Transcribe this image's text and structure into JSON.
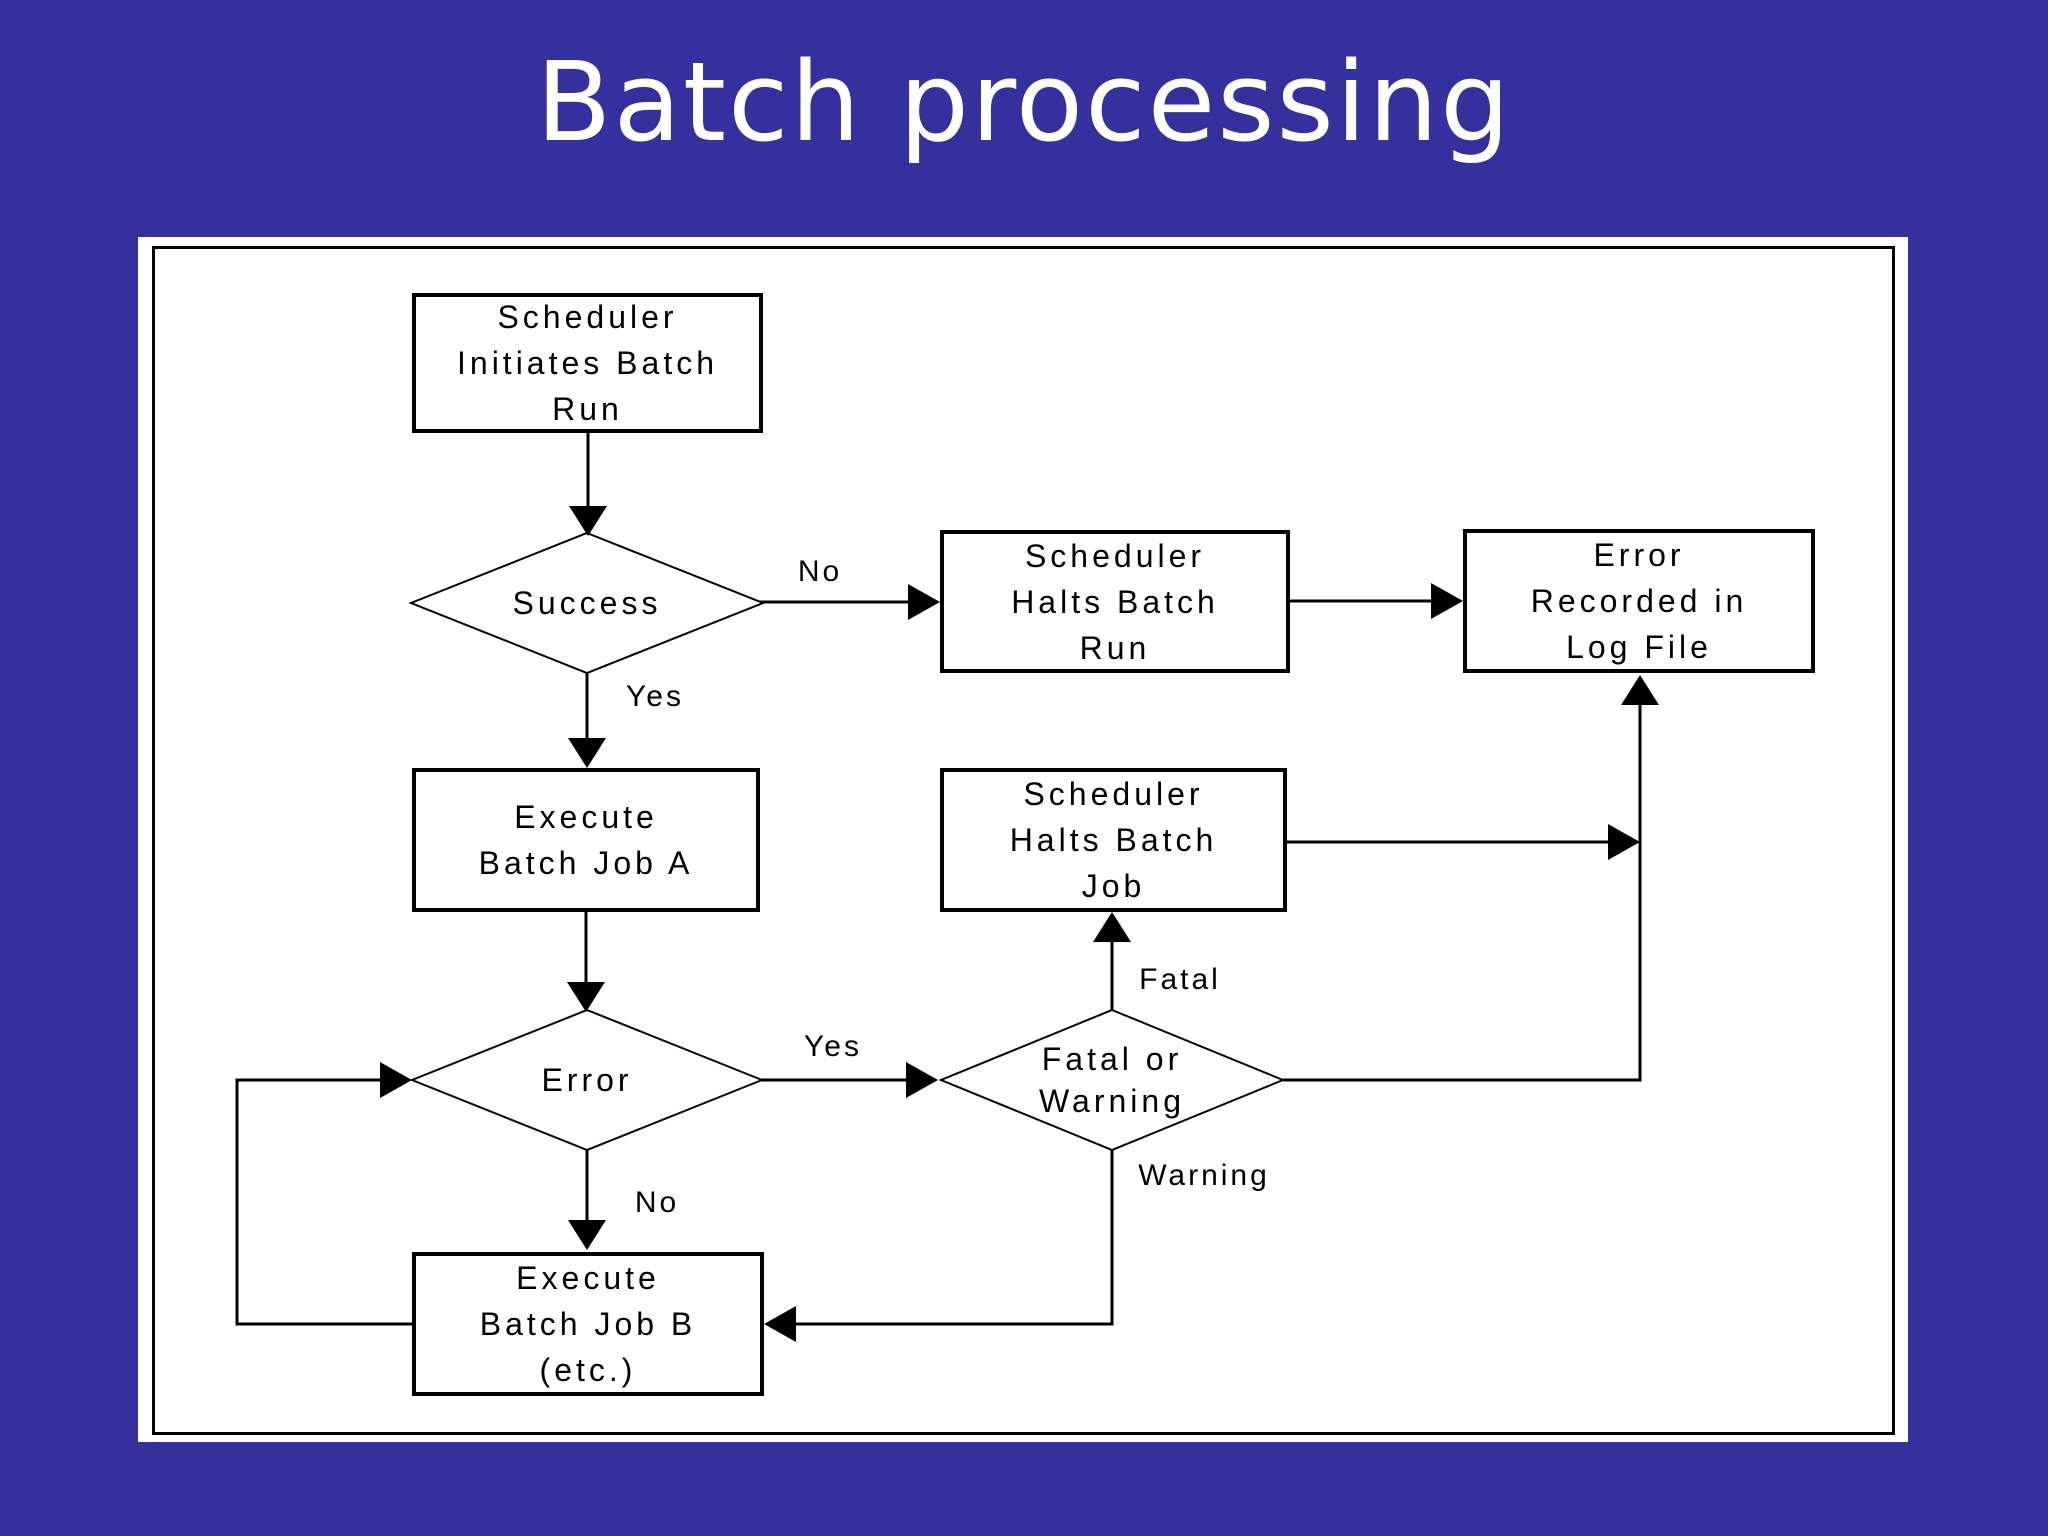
{
  "title": "Batch processing",
  "colors": {
    "bg": "#34319f",
    "panel": "#ffffff",
    "ink": "#000000",
    "title-ink": "#ffffff"
  },
  "flowchart": {
    "nodes": {
      "initiate": {
        "type": "process",
        "label": "Scheduler\nInitiates Batch\nRun"
      },
      "success": {
        "type": "decision",
        "label": "Success"
      },
      "halt_run": {
        "type": "process",
        "label": "Scheduler\nHalts Batch\nRun"
      },
      "error_log": {
        "type": "process",
        "label": "Error\nRecorded in\nLog File"
      },
      "job_a": {
        "type": "process",
        "label": "Execute\nBatch Job A"
      },
      "halt_job": {
        "type": "process",
        "label": "Scheduler\nHalts Batch\nJob"
      },
      "error": {
        "type": "decision",
        "label": "Error"
      },
      "fatal_warning": {
        "type": "decision",
        "label": "Fatal or\nWarning"
      },
      "job_b": {
        "type": "process",
        "label": "Execute\nBatch Job B\n(etc.)"
      }
    },
    "edge_labels": {
      "success_no": "No",
      "success_yes": "Yes",
      "error_yes": "Yes",
      "error_no": "No",
      "fatal": "Fatal",
      "warning": "Warning"
    }
  }
}
